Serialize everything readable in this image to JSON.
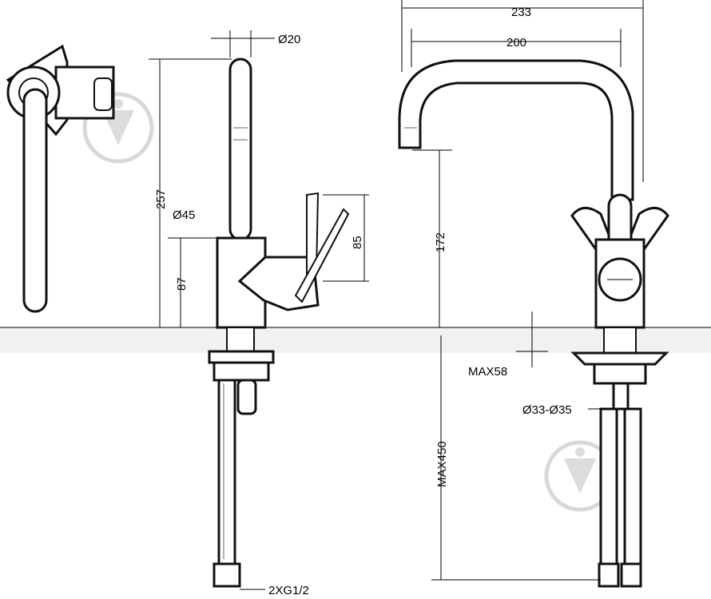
{
  "dimensions": {
    "width_overall": "233",
    "width_spout": "200",
    "diameter_spout": "Ø20",
    "height_total": "257",
    "diameter_body": "Ø45",
    "height_body": "87",
    "height_lever": "85",
    "height_spout_outlet": "172",
    "max_counter_thickness": "MAX58",
    "hole_diameter": "Ø33-Ø35",
    "max_hose_length": "MAX450",
    "connection_thread": "2XG1/2"
  },
  "colors": {
    "line": "#000000",
    "hidden_line": "#999999",
    "watermark": "#d8d8d8"
  },
  "icons": [
    "watermark-logo-icon",
    "watermark-logo-icon"
  ]
}
